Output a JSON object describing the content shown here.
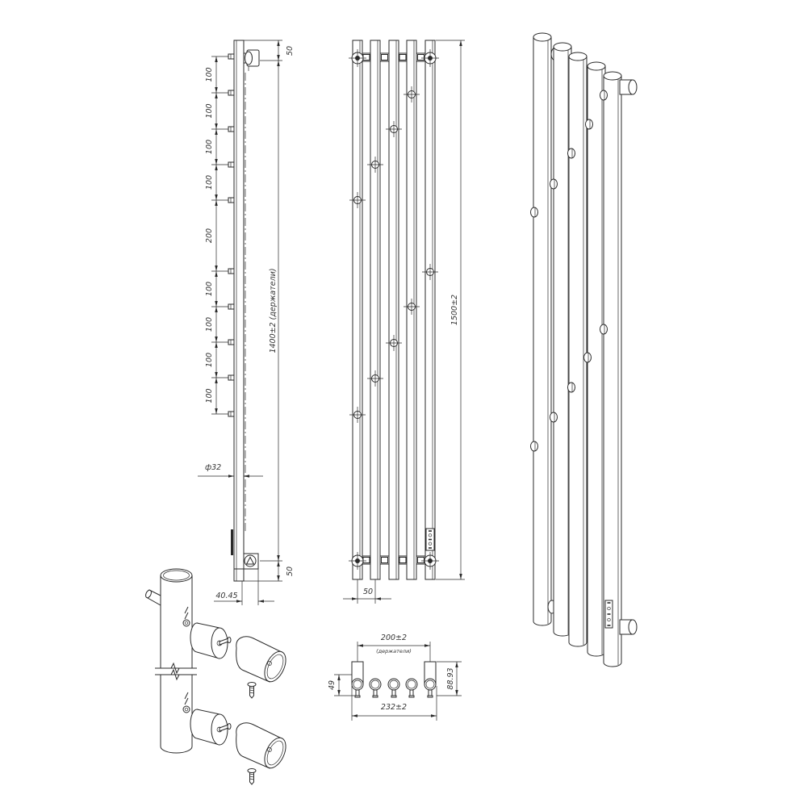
{
  "side_view": {
    "top_offset": "50",
    "bottom_offset": "50",
    "holder_spacing": [
      "100",
      "100",
      "100",
      "100",
      "200",
      "100",
      "100",
      "100",
      "100"
    ],
    "holder_span": "1400±2 (держатели)",
    "diameter": "ф32",
    "depth": "40.45"
  },
  "front_view": {
    "height": "1500±2",
    "pitch": "50"
  },
  "top_view": {
    "holder_width": "200±2",
    "holder_note": "(держатели)",
    "tube_offset": "49",
    "depth": "88.93",
    "total_width": "232±2"
  },
  "colors": {
    "line": "#2a2a2a",
    "background": "#ffffff"
  }
}
